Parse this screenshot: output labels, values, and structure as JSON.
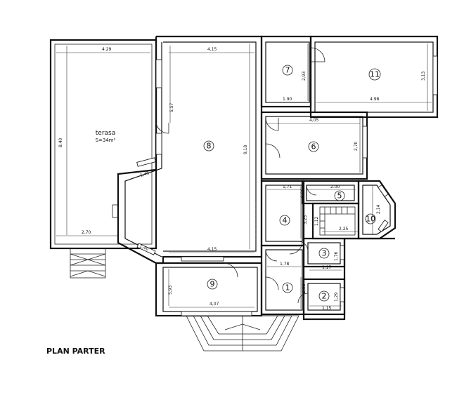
{
  "title": "PLAN PARTER",
  "terrace": {
    "name": "terasa",
    "area": "S=34m²"
  },
  "rooms": [
    "1",
    "2",
    "3",
    "4",
    "5",
    "6",
    "7",
    "8",
    "9",
    "10",
    "11"
  ],
  "dimensions": {
    "terrace_width": "4.29",
    "terrace_height": "8.40",
    "terrace_bottom": "2.70",
    "room8_top": "4,15",
    "room8_bottom": "4,15",
    "room8_height": "9,18",
    "room8_side": "5,57",
    "bay_top": "1,45",
    "bay_bottom": "1,40",
    "room7_width": "1.90",
    "room7_height": "2,93",
    "room11_width": "4.98",
    "room11_height": "3,13",
    "room6_width": "4,05",
    "room6_height": "2,70",
    "room4_top": "1,71",
    "room4_height": "3,25",
    "room5_width": "2.00",
    "room5_height": "0,86",
    "stair_a": "1,12",
    "stair_b": "2,25",
    "room10_height": "2,14",
    "hall_width": "1,78",
    "room3_width": "1.17",
    "room3_height": "1,76",
    "room1_height": "2,08",
    "room2_height": "1,29",
    "room2_width": "1,15",
    "room9_width": "4,07",
    "room9_height": "5,93"
  }
}
